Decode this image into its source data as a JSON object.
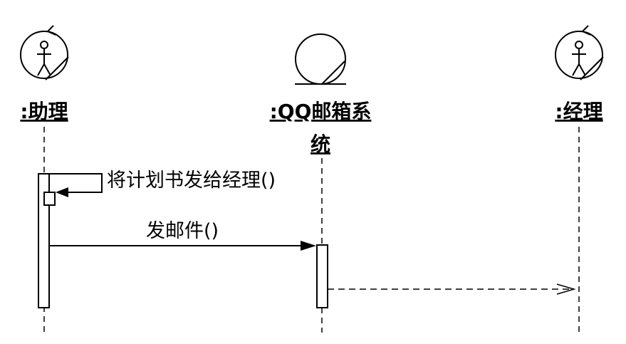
{
  "diagram": {
    "lifelines": [
      {
        "id": "assistant",
        "kind": "actor",
        "name_lines": [
          ":助理"
        ]
      },
      {
        "id": "qq",
        "kind": "entity",
        "name_lines": [
          ":QQ邮箱系",
          "统"
        ]
      },
      {
        "id": "manager",
        "kind": "actor",
        "name_lines": [
          ":经理"
        ]
      }
    ],
    "messages": [
      {
        "id": "self-msg",
        "from": "assistant",
        "to": "assistant",
        "style": "sync",
        "label": "将计划书发给经理()"
      },
      {
        "id": "send-mail",
        "from": "assistant",
        "to": "qq",
        "style": "sync",
        "label": "发邮件()"
      },
      {
        "id": "notify",
        "from": "qq",
        "to": "manager",
        "style": "return",
        "label": ""
      }
    ]
  },
  "colors": {
    "line": "#000000",
    "background": "#ffffff"
  }
}
